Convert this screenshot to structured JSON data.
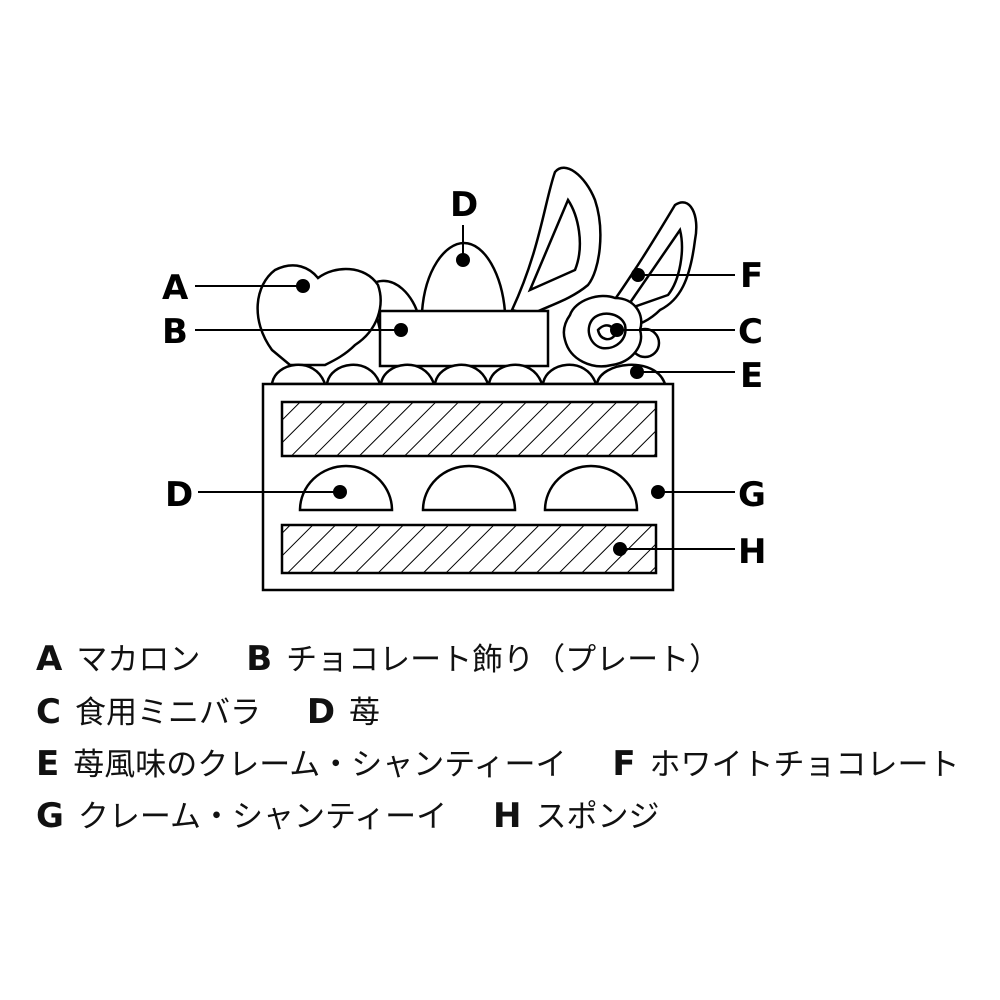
{
  "labels": {
    "A": "A",
    "B": "B",
    "C": "C",
    "D": "D",
    "E": "E",
    "F": "F",
    "G": "G",
    "H": "H"
  },
  "legend": [
    [
      {
        "key": "A",
        "text": "マカロン"
      },
      {
        "key": "B",
        "text": "チョコレート飾り（プレート）"
      }
    ],
    [
      {
        "key": "C",
        "text": "食用ミニバラ"
      },
      {
        "key": "D",
        "text": "苺"
      }
    ],
    [
      {
        "key": "E",
        "text": "苺風味のクレーム・シャンティーイ"
      },
      {
        "key": "F",
        "text": "ホワイトチョコレート"
      }
    ],
    [
      {
        "key": "G",
        "text": "クレーム・シャンティーイ"
      },
      {
        "key": "H",
        "text": "スポンジ"
      }
    ]
  ]
}
